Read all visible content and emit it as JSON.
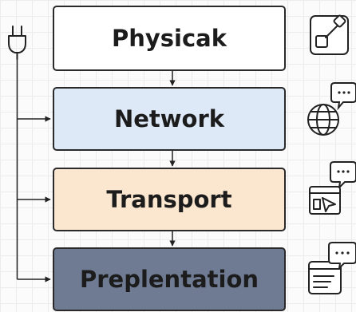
{
  "layers": [
    {
      "key": "physical",
      "label": "Physicak",
      "fill": "#ffffff",
      "icon": "wired-plug-icon"
    },
    {
      "key": "network",
      "label": "Network",
      "fill": "#dde9f7",
      "icon": "globe-chat-icon"
    },
    {
      "key": "transport",
      "label": "Transport",
      "fill": "#fbe6cf",
      "icon": "window-cursor-icon"
    },
    {
      "key": "presentation",
      "label": "Preplentation",
      "fill": "#6f7a93",
      "icon": "document-chat-icon"
    }
  ],
  "source_icon": "power-plug-icon"
}
